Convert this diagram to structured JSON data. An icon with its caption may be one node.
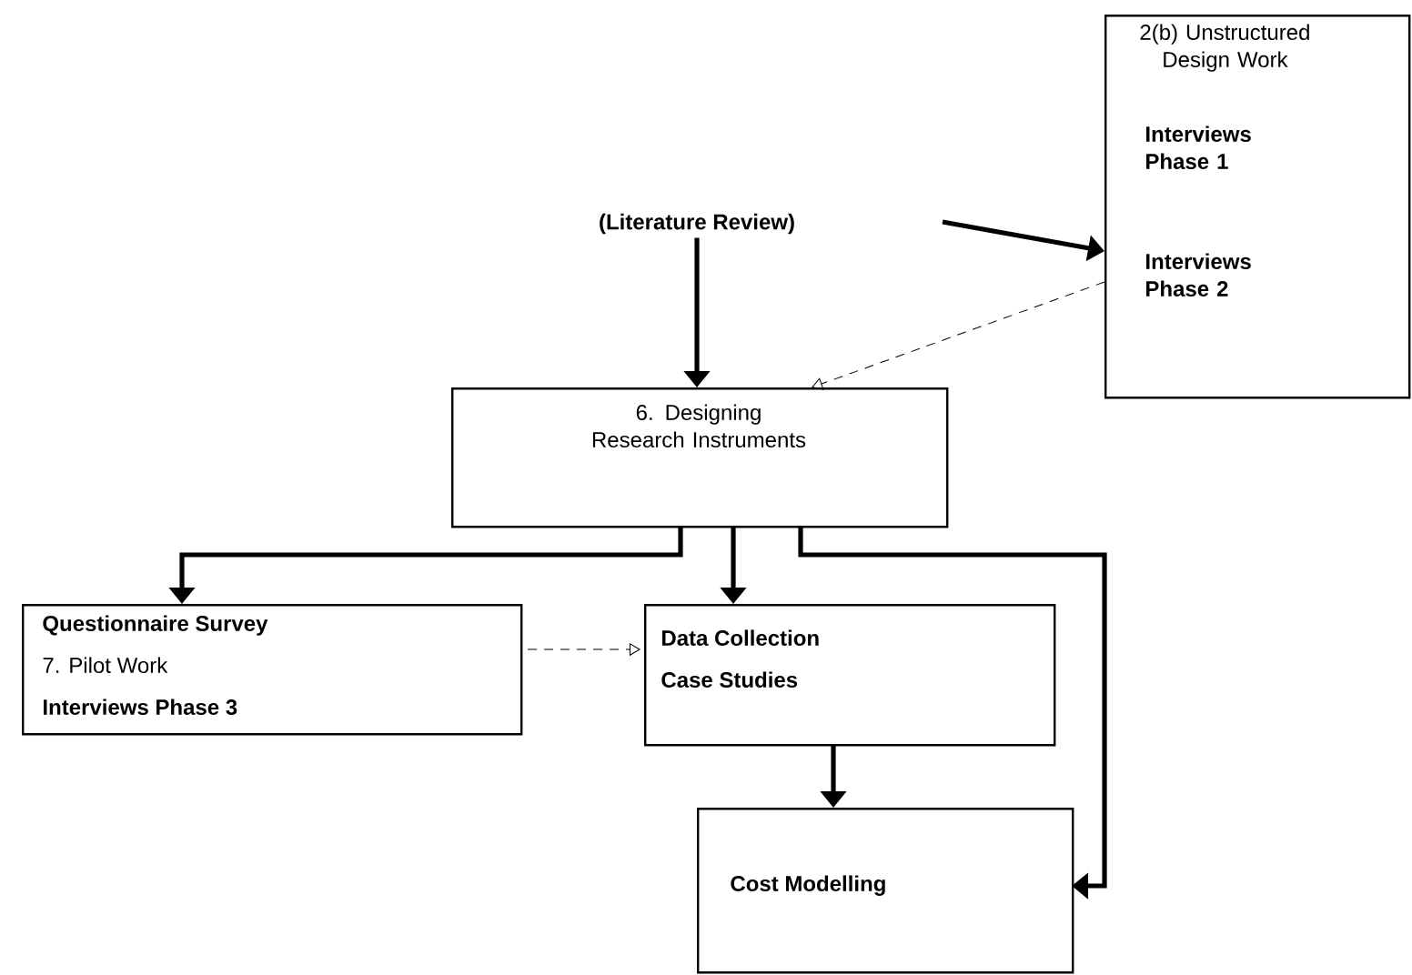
{
  "diagram": {
    "nodes": [
      {
        "text": [
          "(Literature Review)"
        ]
      },
      {
        "text": [
          "2(b) Unstructured Design Work",
          "Interviews Phase 1",
          "Interviews Phase 2"
        ]
      },
      {
        "text": [
          "6. Designing Research Instruments"
        ]
      },
      {
        "text": [
          "Questionnaire Survey",
          "7. Pilot Work",
          "Interviews Phase 3"
        ]
      },
      {
        "text": [
          "Data Collection",
          "Case Studies"
        ]
      },
      {
        "text": [
          "Cost Modelling"
        ]
      }
    ],
    "edges": [
      {
        "from": 0,
        "to": 2,
        "arrow": "to"
      },
      {
        "from": null,
        "to": 1,
        "arrow": "to"
      },
      {
        "from": 1,
        "to": 2,
        "arrow": "to",
        "style": "dashed"
      },
      {
        "from": 2,
        "to": 3,
        "arrow": "to"
      },
      {
        "from": 2,
        "to": 4,
        "arrow": "to"
      },
      {
        "from": 2,
        "to": 5,
        "arrow": "to"
      },
      {
        "from": 3,
        "to": 4,
        "arrow": "to",
        "style": "dashed"
      },
      {
        "from": 4,
        "to": 5,
        "arrow": "to"
      }
    ]
  }
}
